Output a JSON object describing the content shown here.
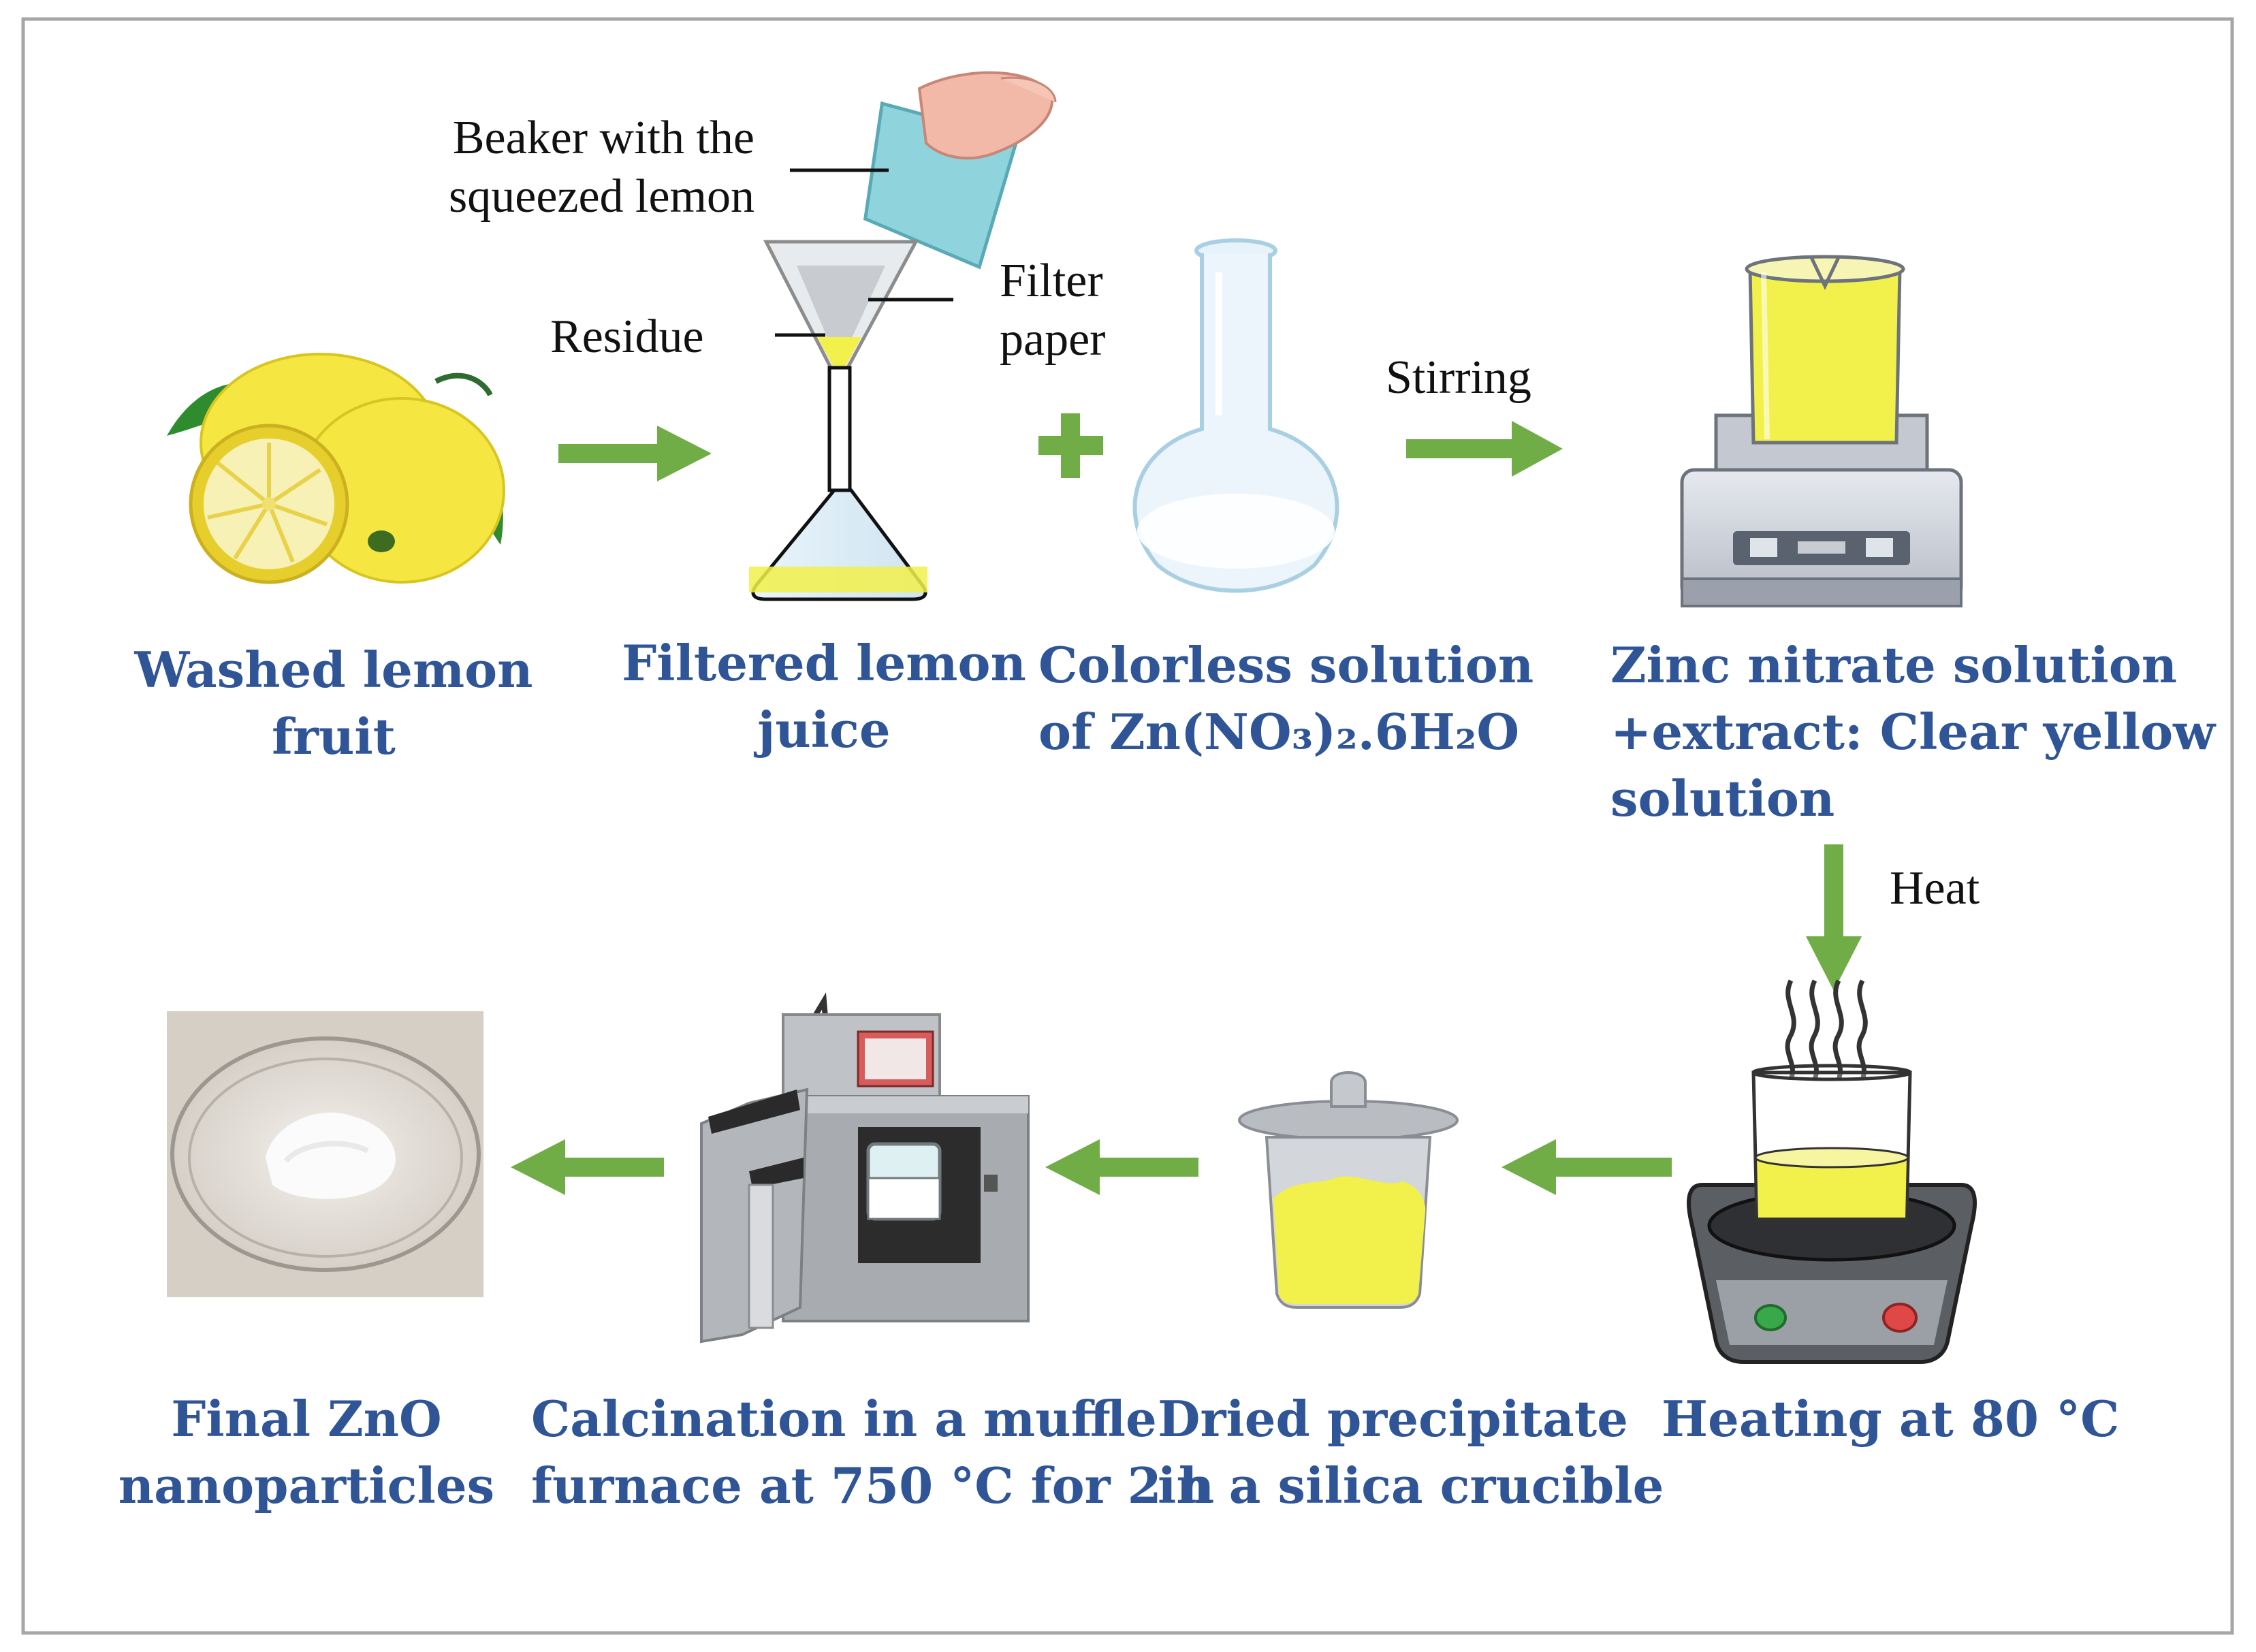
{
  "steps": {
    "washed_lemon": {
      "line1": "Washed lemon",
      "line2": "fruit"
    },
    "filtered_juice": {
      "line1": "Filtered lemon",
      "line2": "juice"
    },
    "colorless_solution": {
      "line1": "Colorless solution",
      "line2": "of Zn(NO₃)₂.6H₂O"
    },
    "zinc_nitrate": {
      "line1": "Zinc  nitrate  solution",
      "line2": "+extract: Clear yellow",
      "line3": "solution"
    },
    "heating": {
      "line1": "Heating at 80 °C"
    },
    "dried_precipitate": {
      "line1": "Dried precipitate",
      "line2": "in a silica crucible"
    },
    "calcination": {
      "line1": "Calcination in a muffle",
      "line2": "furnace at 750 °C for 2 h"
    },
    "final_zno": {
      "line1": "Final ZnO",
      "line2": "nanoparticles"
    }
  },
  "annotations": {
    "beaker": {
      "line1": "Beaker  with  the",
      "line2": "squeezed lemon"
    },
    "residue": "Residue",
    "filter_paper": {
      "line1": "Filter",
      "line2": "paper"
    },
    "stirring": "Stirring",
    "heat": "Heat"
  },
  "colors": {
    "arrow": "#70ad47",
    "caption": "#2f5597",
    "lemon_yellow": "#f5e642",
    "solution_yellow": "#f2f04a",
    "frame_border": "#a6a6a6"
  }
}
